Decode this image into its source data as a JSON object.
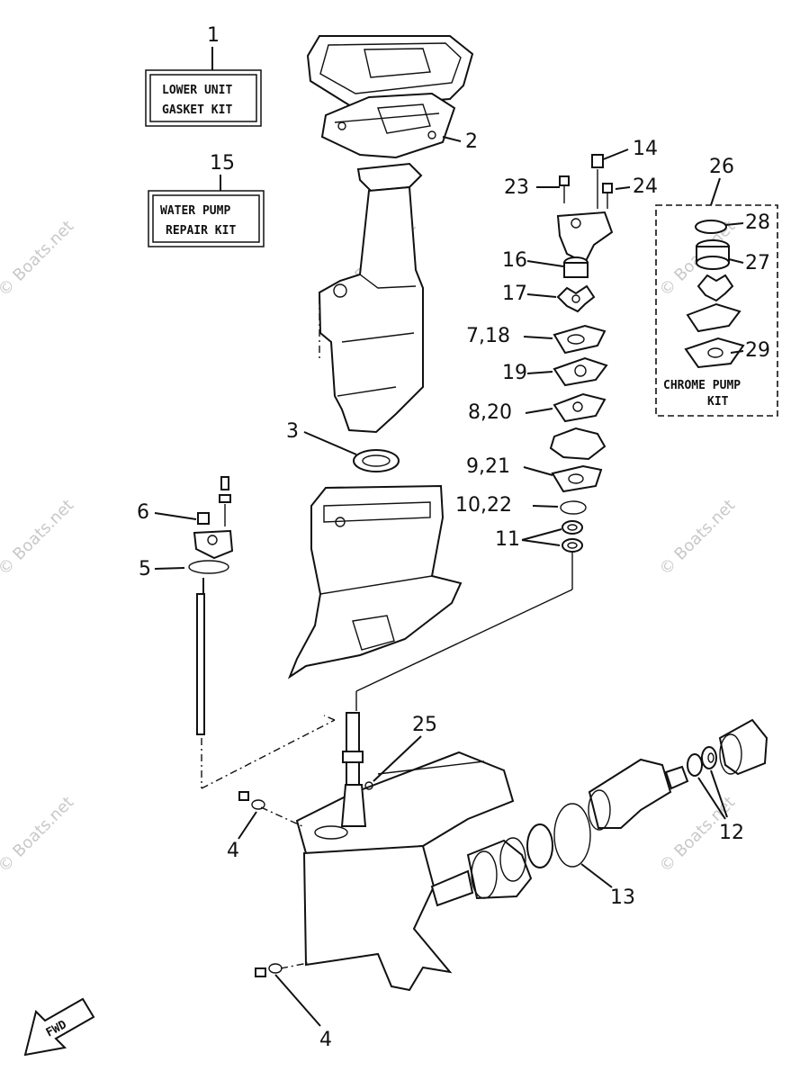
{
  "kits": {
    "lower_unit_gasket": {
      "ref": "1",
      "line1": "LOWER UNIT",
      "line2": "GASKET KIT"
    },
    "water_pump_repair": {
      "ref": "15",
      "line1": "WATER PUMP",
      "line2": "REPAIR KIT"
    },
    "chrome_pump": {
      "ref": "26",
      "line1": "CHROME PUMP",
      "line2": "KIT"
    }
  },
  "callouts": {
    "c2": "2",
    "c3": "3",
    "c4a": "4",
    "c4b": "4",
    "c5": "5",
    "c6": "6",
    "c7_18": "7,18",
    "c8_20": "8,20",
    "c9_21": "9,21",
    "c10_22": "10,22",
    "c11": "11",
    "c12": "12",
    "c13": "13",
    "c14": "14",
    "c16": "16",
    "c17": "17",
    "c19": "19",
    "c23": "23",
    "c24": "24",
    "c25": "25",
    "c27": "27",
    "c28": "28",
    "c29": "29"
  },
  "direction": {
    "label": "FWD"
  },
  "watermark": {
    "text": "© Boats.net"
  }
}
